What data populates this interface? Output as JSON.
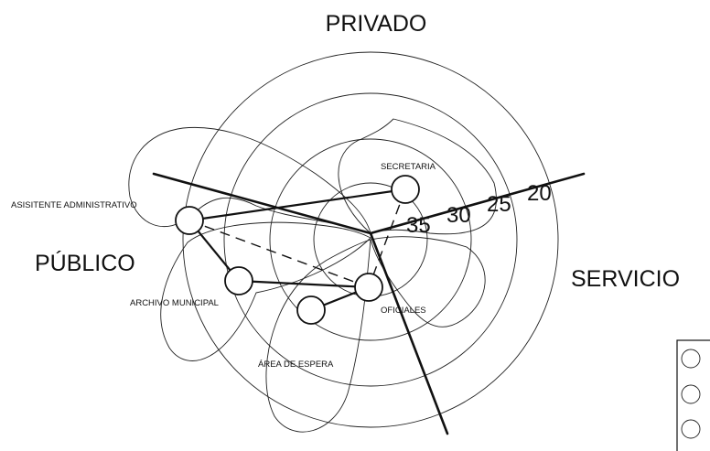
{
  "zones": {
    "privado": "PRIVADO",
    "publico": "PÚBLICO",
    "servicio": "SERVICIO"
  },
  "rooms": {
    "secretaria": "SECRETARIA",
    "asistente": "ASISITENTE ADMINISTRATIVO",
    "archivo": "ARCHIVO MUNICIPAL",
    "oficiales": "OFICIALES",
    "espera": "ÁREA DE ESPERA"
  },
  "rings": [
    "35",
    "30",
    "25",
    "20"
  ]
}
